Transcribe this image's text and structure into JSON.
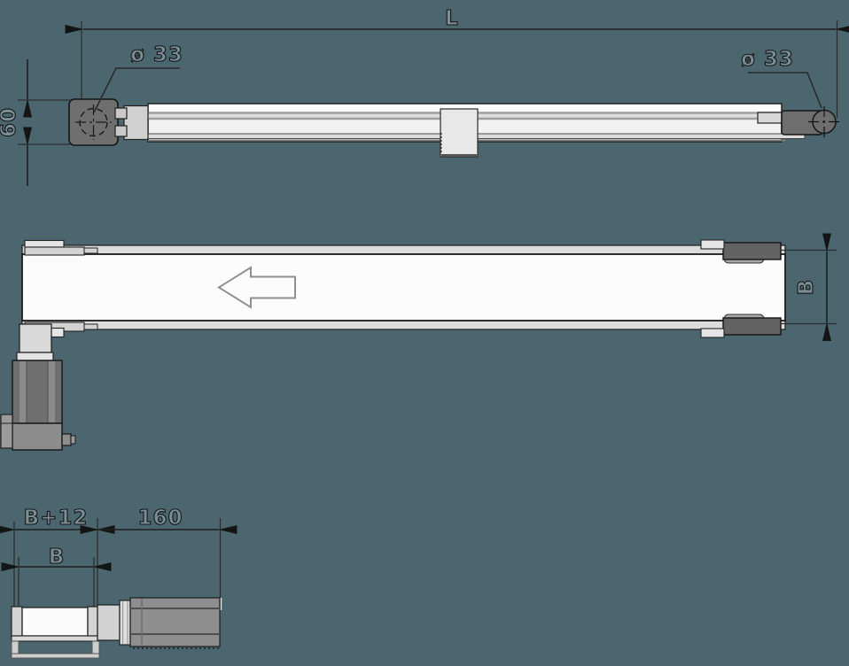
{
  "drawing": {
    "type": "belt-conveyor technical drawing",
    "views": [
      "side-view",
      "top-view",
      "end-view-with-motor"
    ]
  },
  "colors": {
    "background": "#4c666f",
    "outline": "#1c1c1c",
    "dark_gray": "#6e6e6e",
    "mid_gray": "#8d8d8d",
    "light_gray": "#d6d6d6",
    "belt_white": "#fbfbfb",
    "label_fill": "#7b8e96"
  },
  "labels": {
    "length_L": "L",
    "drive_pulley_diameter": "ø 33",
    "idler_pulley_diameter": "ø 33",
    "drive_height": "60",
    "belt_width_top_view": "B",
    "frame_width_end_view": "B+12",
    "motor_length": "160",
    "belt_width_end_view": "B"
  }
}
